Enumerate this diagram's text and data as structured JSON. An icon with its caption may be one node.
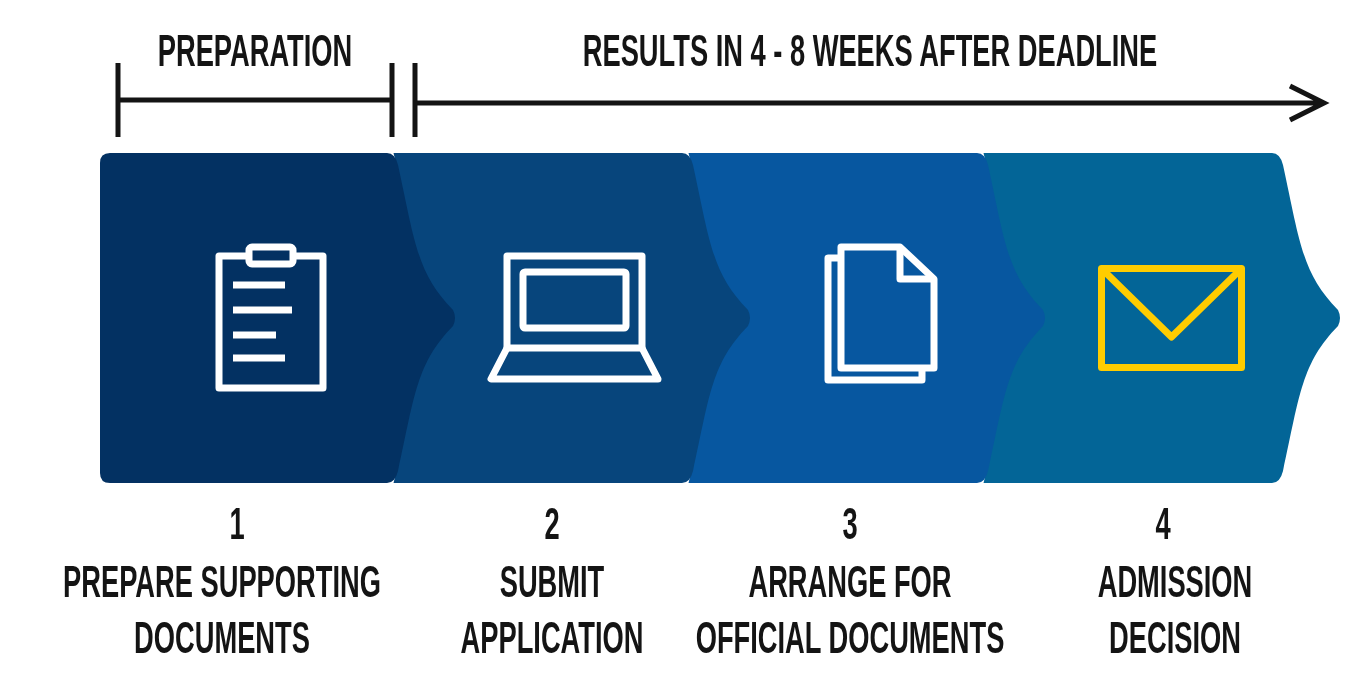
{
  "diagram": {
    "nodes": [
      {
        "text": [],
        "shape": "chevron",
        "beside": [
          "1",
          "PREPARE SUPPORTING DOCUMENTS"
        ]
      },
      {
        "text": [],
        "shape": "chevron",
        "beside": [
          "2",
          "SUBMIT APPLICATION"
        ]
      },
      {
        "text": [],
        "shape": "chevron",
        "beside": [
          "3",
          "ARRANGE FOR OFFICIAL DOCUMENTS"
        ]
      },
      {
        "text": [],
        "shape": "chevron",
        "beside": [
          "4",
          "ADMISSION DECISION"
        ]
      }
    ],
    "labels": [
      "PREPARATION",
      "RESULTS IN 4 - 8 WEEKS AFTER DEADLINE"
    ]
  }
}
